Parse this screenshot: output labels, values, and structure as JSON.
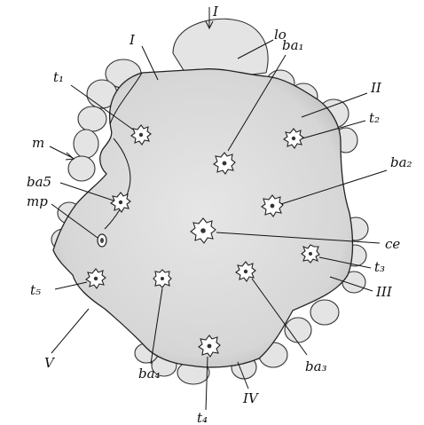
{
  "figure": {
    "labels": {
      "I": "I",
      "I_top": "I",
      "II": "II",
      "III": "III",
      "IV": "IV",
      "V": "V",
      "lo": "lo",
      "ba1": "ba₁",
      "ba2": "ba₂",
      "ba3": "ba₃",
      "ba4": "ba₄",
      "ba5": "ba5",
      "t1": "t₁",
      "t2": "t₂",
      "t3": "t₃",
      "t4": "t₄",
      "t5": "t₅",
      "m": "m",
      "mp": "mp",
      "ce": "ce"
    },
    "colors": {
      "body_fill": "#dcdcdc",
      "outline": "#222222",
      "background": "#ffffff"
    }
  }
}
